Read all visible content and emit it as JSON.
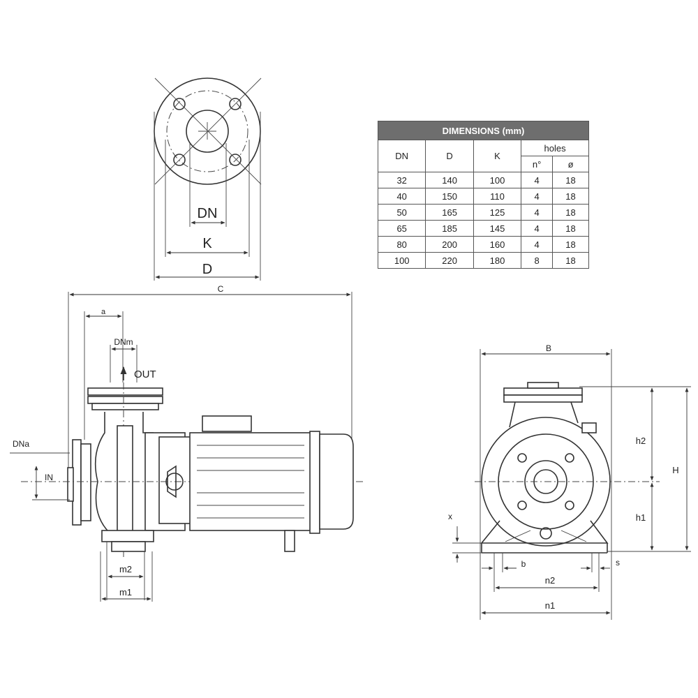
{
  "flange_view": {
    "labels": {
      "dn": "DN",
      "k": "K",
      "d": "D"
    }
  },
  "side_view": {
    "labels": {
      "c": "C",
      "a": "a",
      "dnm": "DNm",
      "out": "OUT",
      "dna": "DNa",
      "in": "IN",
      "m2": "m2",
      "m1": "m1"
    }
  },
  "front_view": {
    "labels": {
      "b_width": "B",
      "h2": "h2",
      "h_total": "H",
      "h1": "h1",
      "x": "x",
      "b": "b",
      "s": "s",
      "n2": "n2",
      "n1": "n1"
    }
  },
  "table": {
    "title": "DIMENSIONS (mm)",
    "headers": {
      "dn": "DN",
      "d": "D",
      "k": "K",
      "holes": "holes",
      "n": "n°",
      "dia": "ø"
    },
    "rows": [
      [
        "32",
        "140",
        "100",
        "4",
        "18"
      ],
      [
        "40",
        "150",
        "110",
        "4",
        "18"
      ],
      [
        "50",
        "165",
        "125",
        "4",
        "18"
      ],
      [
        "65",
        "185",
        "145",
        "4",
        "18"
      ],
      [
        "80",
        "200",
        "160",
        "4",
        "18"
      ],
      [
        "100",
        "220",
        "180",
        "8",
        "18"
      ]
    ]
  }
}
